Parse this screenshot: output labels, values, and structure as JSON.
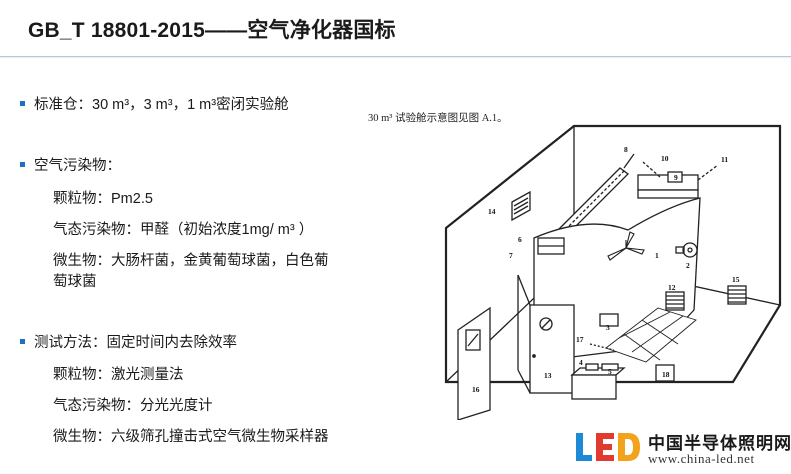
{
  "title": "GB_T 18801-2015——空气净化器国标",
  "bullets": [
    {
      "label": "标准仓：30 m³，3 m³，1 m³密闭实验舱"
    },
    {
      "label": "空气污染物：",
      "sub": [
        "颗粒物：Pm2.5",
        "气态污染物：甲醛（初始浓度1mg/ m³ ）",
        "微生物：大肠杆菌，金黄葡萄球菌，白色葡",
        "萄球菌"
      ]
    },
    {
      "label": "测试方法：固定时间内去除效率",
      "sub": [
        "颗粒物：激光测量法",
        "气态污染物：分光光度计",
        "微生物：六级筛孔撞击式空气微生物采样器"
      ]
    }
  ],
  "figure": {
    "caption": "30 m³ 试验舱示意图见图 A.1。",
    "labels": [
      "1",
      "2",
      "3",
      "4",
      "5",
      "6",
      "7",
      "8",
      "9",
      "10",
      "11",
      "12",
      "13",
      "14",
      "15",
      "16",
      "17",
      "18"
    ]
  },
  "logo": {
    "text": "中国半导体照明网",
    "url": "www.china-led.net",
    "colors": {
      "l": "#1e8ad6",
      "e": "#e23a2e",
      "d": "#f2a21b"
    }
  }
}
